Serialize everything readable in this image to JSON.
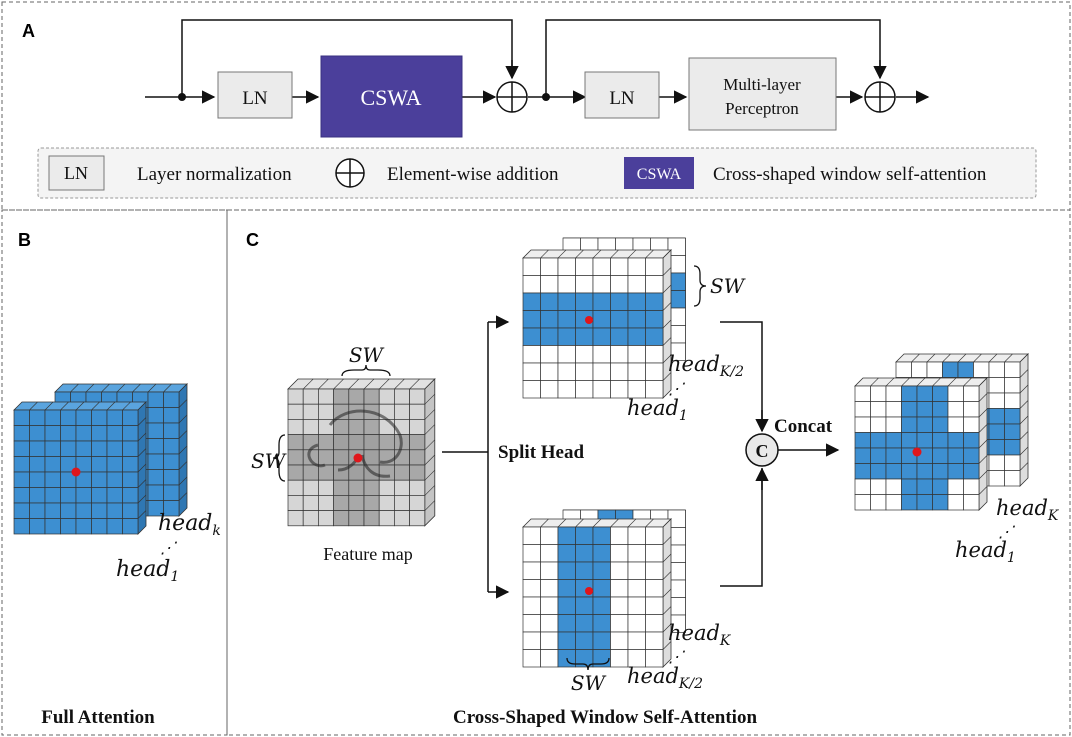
{
  "panels": {
    "a": "A",
    "b": "B",
    "c": "C"
  },
  "block": {
    "ln1": "LN",
    "cswa": "CSWA",
    "ln2": "LN",
    "mlp_line1": "Multi-layer",
    "mlp_line2": "Perceptron"
  },
  "legend": {
    "ln_box": "LN",
    "ln_text": "Layer normalization",
    "plus_text": "Element-wise addition",
    "cswa_box": "CSWA",
    "cswa_text": "Cross-shaped window self-attention"
  },
  "full_attention": {
    "head_k": "head",
    "head_k_sub": "k",
    "head_1": "head",
    "head_1_sub": "1",
    "caption": "Full Attention"
  },
  "cswa_panel": {
    "sw_feature_top": "SW",
    "sw_feature_left": "SW",
    "feature_caption": "Feature map",
    "split_head": "Split Head",
    "sw_top_right": "SW",
    "top_head_k2": "head",
    "top_head_k2_sub": "K/2",
    "top_head_1": "head",
    "top_head_1_sub": "1",
    "bottom_head_k": "head",
    "bottom_head_k_sub": "K",
    "bottom_head_k2": "head",
    "bottom_head_k2_sub": "K/2",
    "sw_bottom": "SW",
    "concat_symbol": "C",
    "concat_label": "Concat",
    "out_head_k": "head",
    "out_head_k_sub": "K",
    "out_head_1": "head",
    "out_head_1_sub": "1",
    "caption": "Cross-Shaped Window Self-Attention"
  },
  "colors": {
    "cswa_fill": "#4b3f9b",
    "cell_blue": "#3d8fd1",
    "box_gray": "#ebebeb",
    "feature_gray": "#d6d6d6",
    "feature_band": "#a8a8a8",
    "dot_red": "#e0161b",
    "dash": "#555555"
  }
}
